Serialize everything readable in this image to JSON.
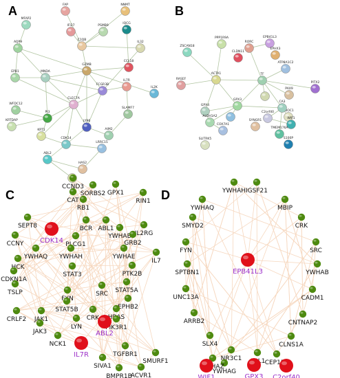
{
  "panels": [
    {
      "id": "A",
      "label": "A",
      "style": "string",
      "nodes": [
        {
          "name": "FAP",
          "c": "#e6a5a0"
        },
        {
          "name": "NNMT",
          "c": "#e8c07a"
        },
        {
          "name": "MFAP2",
          "c": "#9dd9bf"
        },
        {
          "name": "IFI27",
          "c": "#e49a9a"
        },
        {
          "name": "PSMB9",
          "c": "#b8d9b0"
        },
        {
          "name": "IQCG",
          "c": "#1a8b8b"
        },
        {
          "name": "AQP9",
          "c": "#9fd39f"
        },
        {
          "name": "C1QB",
          "c": "#e8c8a0"
        },
        {
          "name": "IL32",
          "c": "#d8d8b0"
        },
        {
          "name": "GZMB",
          "c": "#c9a76a"
        },
        {
          "name": "CCL18",
          "c": "#e05560"
        },
        {
          "name": "EPB1",
          "c": "#a8d6a8"
        },
        {
          "name": "MNDA",
          "c": "#a8d0c0"
        },
        {
          "name": "FCGR3B",
          "c": "#9a8ad8"
        },
        {
          "name": "IL7R",
          "c": "#e89a90"
        },
        {
          "name": "IL2K",
          "c": "#6ab8d8"
        },
        {
          "name": "CLEC7A",
          "c": "#e0b0d0"
        },
        {
          "name": "WFDC12",
          "c": "#a0d0a0"
        },
        {
          "name": "PI3",
          "c": "#46a846"
        },
        {
          "name": "SLAMF7",
          "c": "#a0c8a0"
        },
        {
          "name": "LY96",
          "c": "#5060c0"
        },
        {
          "name": "KRTDAP",
          "c": "#c8e0b0"
        },
        {
          "name": "KRT1",
          "c": "#d8e0a0"
        },
        {
          "name": "AIM2",
          "c": "#a0d0b0"
        },
        {
          "name": "CDK14",
          "c": "#7ac8c8"
        },
        {
          "name": "LRRC15",
          "c": "#98c0e0"
        },
        {
          "name": "ABL2",
          "c": "#58c8c8"
        },
        {
          "name": "HAS2",
          "c": "#e0c0a0"
        },
        {
          "name": "",
          "c": "#d0d8a0"
        }
      ]
    },
    {
      "id": "B",
      "label": "B",
      "style": "string",
      "nodes": [
        {
          "name": "ZSCAN18",
          "c": "#8cd8c0"
        },
        {
          "name": "PPP1R9A",
          "c": "#c8e0a8"
        },
        {
          "name": "RORC",
          "c": "#e0a090"
        },
        {
          "name": "CLDN11",
          "c": "#e05060"
        },
        {
          "name": "EPB41L3",
          "c": "#c8a0e0"
        },
        {
          "name": "EPHX3",
          "c": "#e0b070"
        },
        {
          "name": "ATP8A1C2",
          "c": "#a0c0e0"
        },
        {
          "name": "ACTA1",
          "c": "#d8d890"
        },
        {
          "name": "TF",
          "c": "#a0d0b0"
        },
        {
          "name": "RASEF",
          "c": "#e0a0a0"
        },
        {
          "name": "PAX9",
          "c": "#d8c0a0"
        },
        {
          "name": "PITX2",
          "c": "#a070d0"
        },
        {
          "name": "GPX3",
          "c": "#a0d8a0"
        },
        {
          "name": "GPX4",
          "c": "#b0d0c0"
        },
        {
          "name": "ALDH1A2",
          "c": "#a8d8b0"
        },
        {
          "name": "LDOC1",
          "c": "#e0e0c0"
        },
        {
          "name": "CA3",
          "c": "#a0d0c0"
        },
        {
          "name": "C2orf40",
          "c": "#c8c8e0"
        },
        {
          "name": "WIF1",
          "c": "#40b0b0"
        },
        {
          "name": "COX7A1",
          "c": "#a8c0e0"
        },
        {
          "name": "SYNGR1",
          "c": "#e0c0a0"
        },
        {
          "name": "TMEM176A",
          "c": "#60c0a0"
        },
        {
          "name": "S100P",
          "c": "#2080b0"
        },
        {
          "name": "SLITRK5",
          "c": "#d8e0c0"
        },
        {
          "name": "",
          "c": "#d0d8b0"
        },
        {
          "name": "",
          "c": "#90c0e0"
        }
      ]
    },
    {
      "id": "C",
      "label": "C",
      "style": "graph",
      "nodes": [
        {
          "name": "CCND3",
          "hub": false
        },
        {
          "name": "SORBS2",
          "hub": false
        },
        {
          "name": "GPX1",
          "hub": false
        },
        {
          "name": "CAT",
          "hub": false
        },
        {
          "name": "RIN1",
          "hub": false
        },
        {
          "name": "RB1",
          "hub": false
        },
        {
          "name": "SEPT8",
          "hub": false
        },
        {
          "name": "CDK14",
          "hub": true
        },
        {
          "name": "IL2RG",
          "hub": false
        },
        {
          "name": "BCR",
          "hub": false
        },
        {
          "name": "ABL1",
          "hub": false
        },
        {
          "name": "CCNY",
          "hub": false
        },
        {
          "name": "YWHAB",
          "hub": false
        },
        {
          "name": "PLCG1",
          "hub": false
        },
        {
          "name": "GRB2",
          "hub": false
        },
        {
          "name": "YWHAQ",
          "hub": false
        },
        {
          "name": "YWHAH",
          "hub": false
        },
        {
          "name": "HCK",
          "hub": false
        },
        {
          "name": "YWHAE",
          "hub": false
        },
        {
          "name": "IL7",
          "hub": false
        },
        {
          "name": "CDKN1A",
          "hub": false
        },
        {
          "name": "STAT3",
          "hub": false
        },
        {
          "name": "PTK2B",
          "hub": false
        },
        {
          "name": "TSLP",
          "hub": false
        },
        {
          "name": "SRC",
          "hub": false
        },
        {
          "name": "STAT5A",
          "hub": false
        },
        {
          "name": "FYN",
          "hub": false
        },
        {
          "name": "STAT5B",
          "hub": false
        },
        {
          "name": "EPHB2",
          "hub": false
        },
        {
          "name": "CRLF2",
          "hub": false
        },
        {
          "name": "JAK1",
          "hub": false
        },
        {
          "name": "CRK",
          "hub": false
        },
        {
          "name": "HRAS",
          "hub": false
        },
        {
          "name": "LYN",
          "hub": false
        },
        {
          "name": "PIK3R1",
          "hub": false
        },
        {
          "name": "JAK3",
          "hub": false
        },
        {
          "name": "ABL2",
          "hub": true
        },
        {
          "name": "NCK1",
          "hub": false
        },
        {
          "name": "IL7R",
          "hub": true
        },
        {
          "name": "TGFBR1",
          "hub": false
        },
        {
          "name": "SMURF1",
          "hub": false
        },
        {
          "name": "SIVA1",
          "hub": false
        },
        {
          "name": "BMPR1B",
          "hub": false
        },
        {
          "name": "ACVR1",
          "hub": false
        }
      ]
    },
    {
      "id": "D",
      "label": "D",
      "style": "graph",
      "nodes": [
        {
          "name": "YWHAH",
          "hub": false
        },
        {
          "name": "IGSF21",
          "hub": false
        },
        {
          "name": "YWHAQ",
          "hub": false
        },
        {
          "name": "MBIP",
          "hub": false
        },
        {
          "name": "SMYD2",
          "hub": false
        },
        {
          "name": "CRK",
          "hub": false
        },
        {
          "name": "FYN",
          "hub": false
        },
        {
          "name": "SRC",
          "hub": false
        },
        {
          "name": "SPTBN1",
          "hub": false
        },
        {
          "name": "YWHAB",
          "hub": false
        },
        {
          "name": "EPB41L3",
          "hub": true
        },
        {
          "name": "UNC13A",
          "hub": false
        },
        {
          "name": "CADM1",
          "hub": false
        },
        {
          "name": "ARRB2",
          "hub": false
        },
        {
          "name": "CNTNAP2",
          "hub": false
        },
        {
          "name": "SLX4",
          "hub": false
        },
        {
          "name": "CLNS1A",
          "hub": false
        },
        {
          "name": "NR3C1",
          "hub": false
        },
        {
          "name": "ABL1",
          "hub": false
        },
        {
          "name": "CEP152",
          "hub": false
        },
        {
          "name": "YWHAG",
          "hub": false
        },
        {
          "name": "YWHAZ",
          "hub": false
        },
        {
          "name": "WIF1",
          "hub": true
        },
        {
          "name": "GPX3",
          "hub": true
        },
        {
          "name": "C2orf40",
          "hub": true
        }
      ]
    }
  ],
  "colors": {
    "gnode": "#4e8a10",
    "hubnode": "#e0101a",
    "hublabel": "#9b2fc8",
    "gedge": "#f6d7be",
    "sedge": "#b0c4a0"
  }
}
